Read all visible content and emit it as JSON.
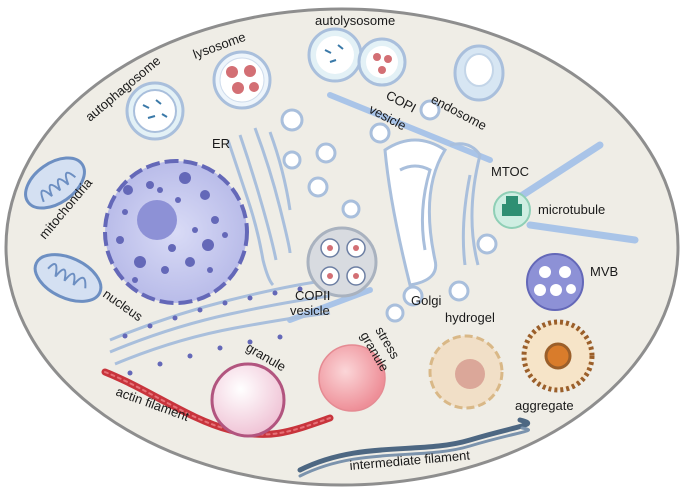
{
  "labels": {
    "autophagosome": "autophagosome",
    "lysosome": "lysosome",
    "autolysosome": "autolysosome",
    "endosome": "endosome",
    "copi_vesicle_1": "COPI",
    "copi_vesicle_2": "vesicle",
    "er": "ER",
    "mitochondria": "mitochondria",
    "mtoc": "MTOC",
    "microtubule": "microtubule",
    "mvb": "MVB",
    "nucleus": "nucleus",
    "copii_vesicle_1": "COPII",
    "copii_vesicle_2": "vesicle",
    "golgi": "Golgi",
    "stress_granule_1": "stress",
    "stress_granule_2": "granule",
    "hydrogel": "hydrogel",
    "granule": "granule",
    "aggregate": "aggregate",
    "actin_filament": "actin filament",
    "intermediate_filament": "intermediate filament"
  },
  "colors": {
    "cytoplasm": "#efede6",
    "membrane": "#8e8e8e",
    "nucleus": "#c9cbee",
    "nucleus_dots": "#6468b8",
    "organelle_fill": "#ffffff",
    "organelle_stroke": "#a9bfdc",
    "microtubule": "#a9c4e8",
    "actin": "#c8343c",
    "intermediate": "#4d6782",
    "mtoc": "#2f8f73",
    "stress_granule": "#f2a7ac",
    "hydrogel": "#f1dfc7",
    "aggregate": "#9b5f2a",
    "granule": "#f4d7e3"
  }
}
